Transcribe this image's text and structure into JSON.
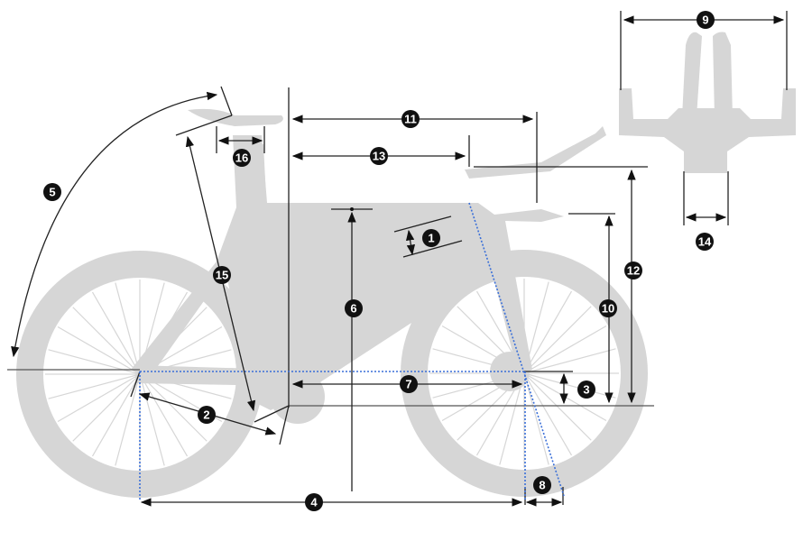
{
  "diagram": {
    "measurements": [
      {
        "id": "1",
        "label": "1"
      },
      {
        "id": "2",
        "label": "2"
      },
      {
        "id": "3",
        "label": "3"
      },
      {
        "id": "4",
        "label": "4"
      },
      {
        "id": "5",
        "label": "5"
      },
      {
        "id": "6",
        "label": "6"
      },
      {
        "id": "7",
        "label": "7"
      },
      {
        "id": "8",
        "label": "8"
      },
      {
        "id": "9",
        "label": "9"
      },
      {
        "id": "10",
        "label": "10"
      },
      {
        "id": "11",
        "label": "11"
      },
      {
        "id": "12",
        "label": "12"
      },
      {
        "id": "13",
        "label": "13"
      },
      {
        "id": "14",
        "label": "14"
      },
      {
        "id": "15",
        "label": "15"
      },
      {
        "id": "16",
        "label": "16"
      }
    ],
    "colors": {
      "bike": "#d6d6d6",
      "lines": "#222222",
      "axis_dotted": "#3a6fd8",
      "badge": "#111111"
    }
  }
}
